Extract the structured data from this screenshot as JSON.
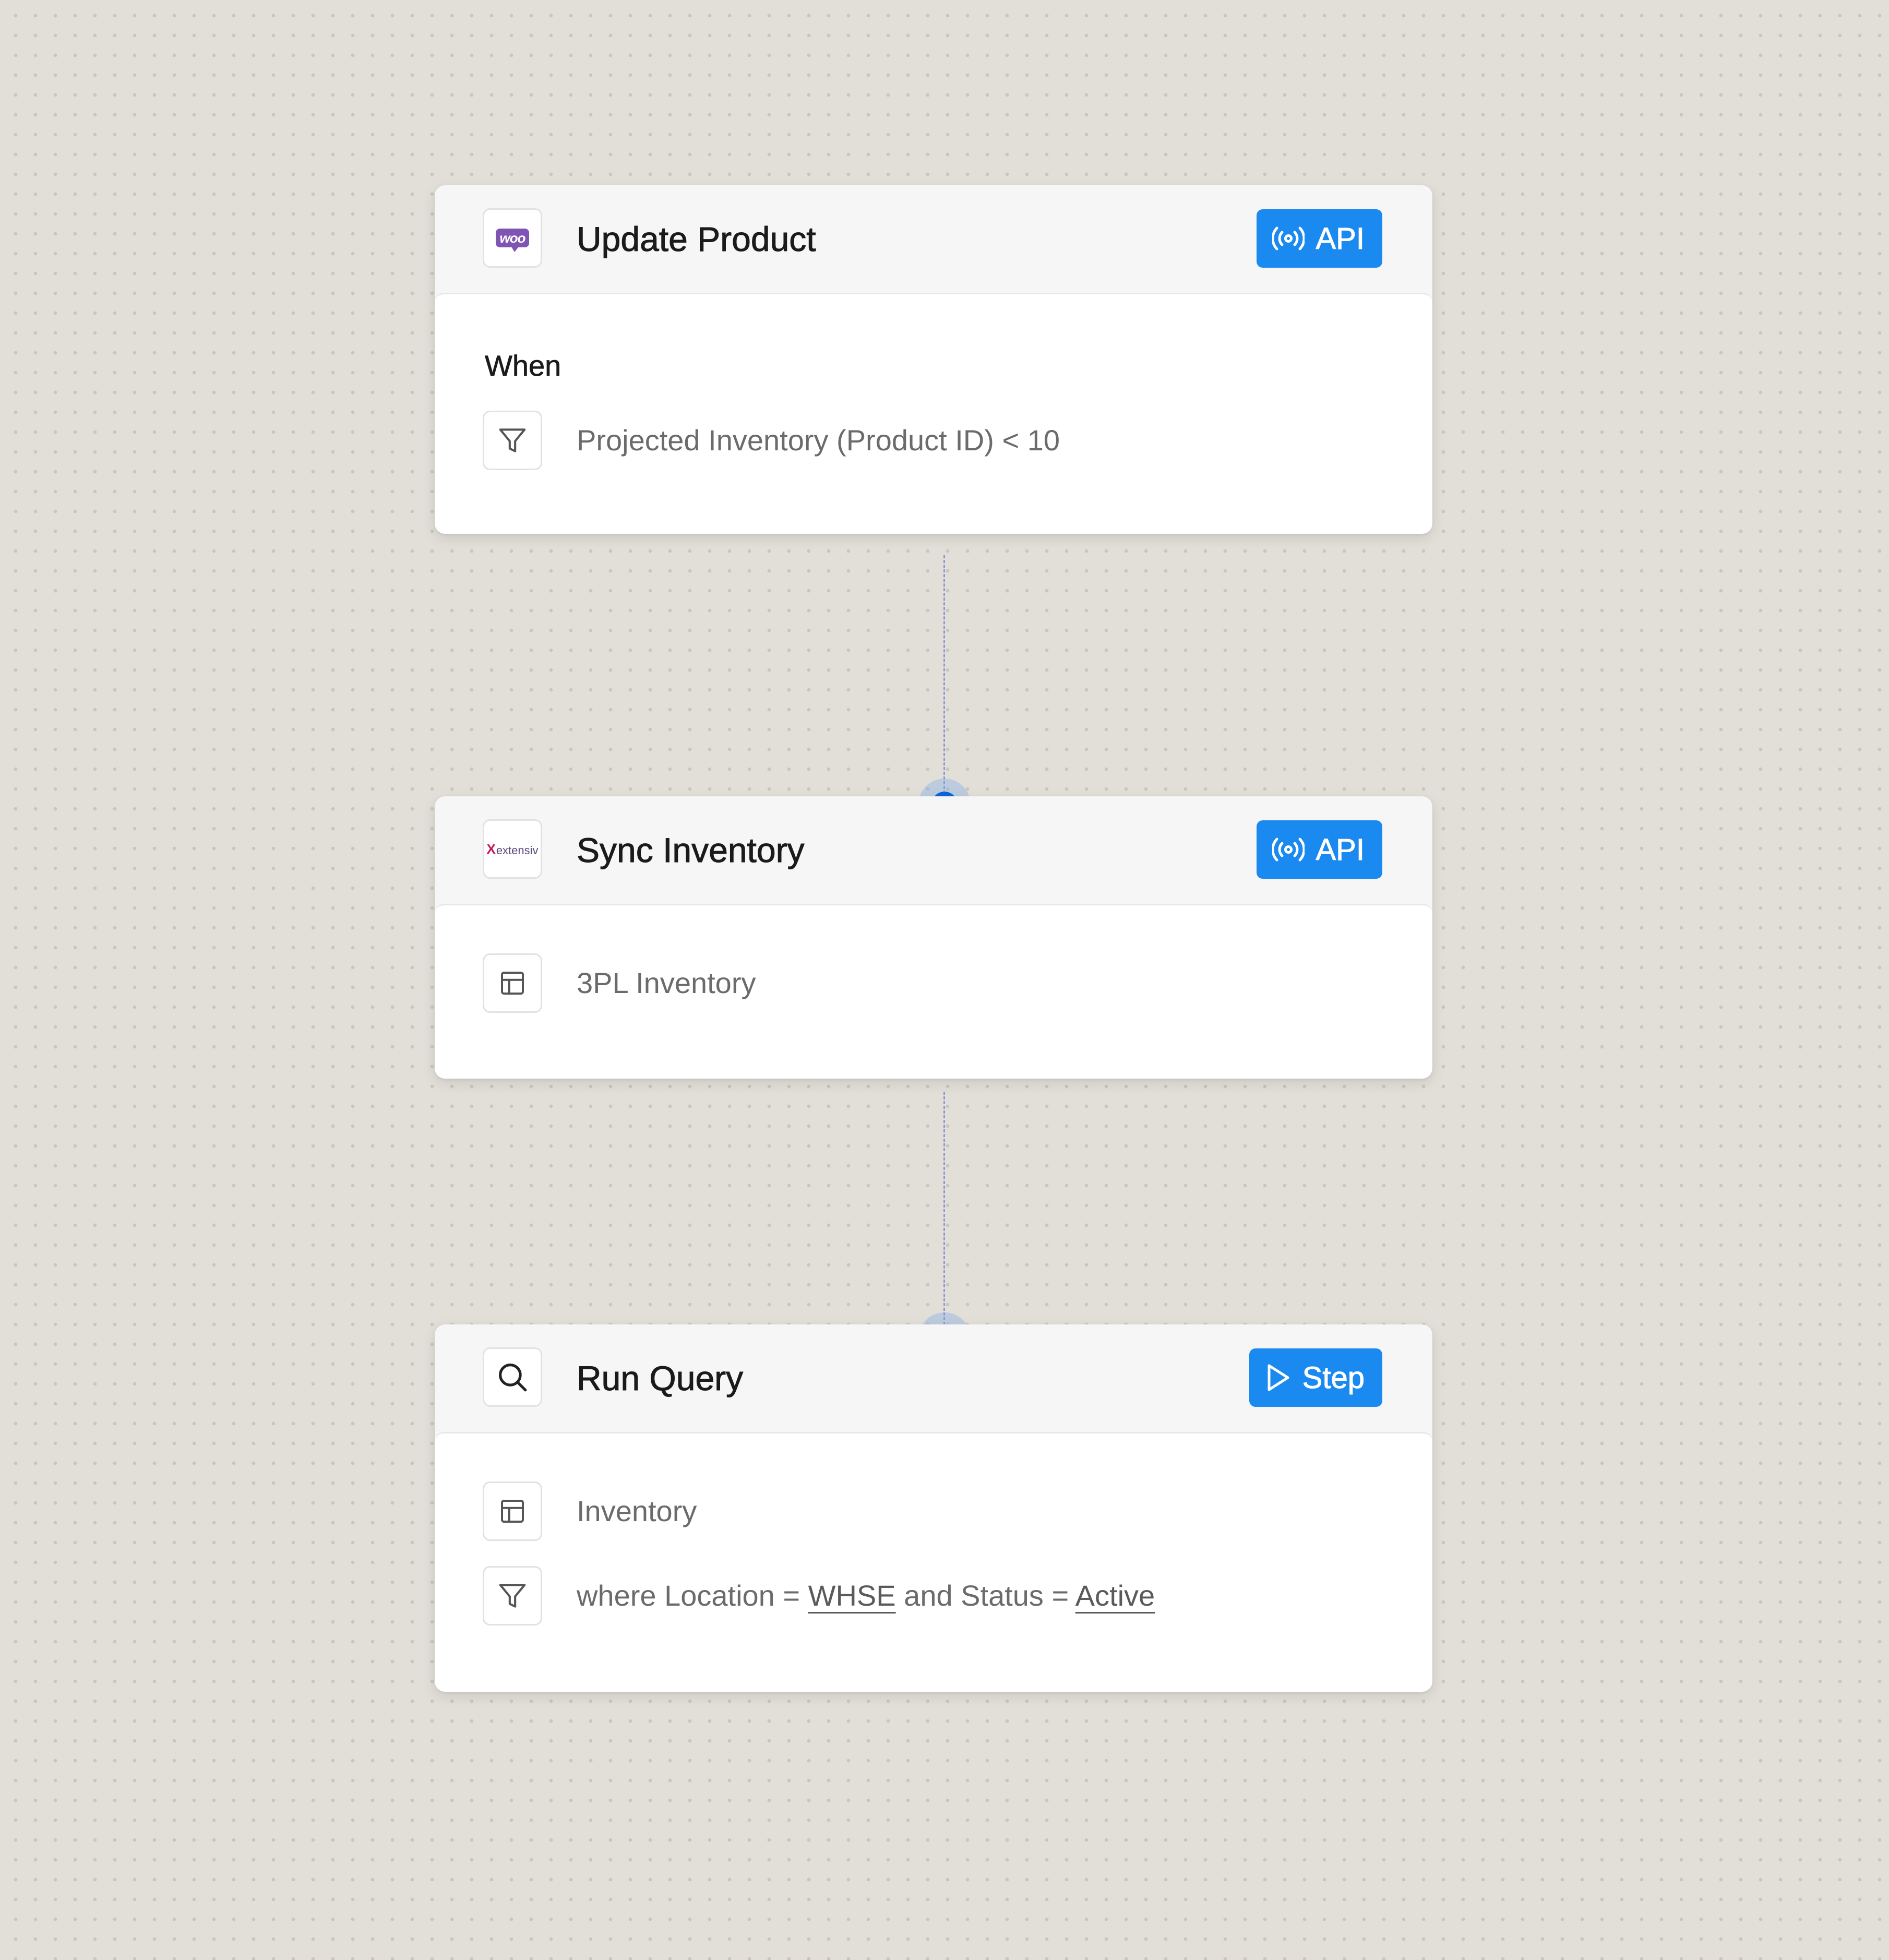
{
  "steps": [
    {
      "title": "Update Product",
      "app_icon": "woocommerce-logo",
      "app_logo_text": "woo",
      "badge": {
        "icon": "broadcast-icon",
        "label": "API"
      },
      "section_label": "When",
      "rows": [
        {
          "icon": "filter-icon",
          "text": "Projected Inventory (Product ID) < 10"
        }
      ]
    },
    {
      "title": "Sync Inventory",
      "app_icon": "extensiv-logo",
      "app_logo_text": "extensiv",
      "badge": {
        "icon": "broadcast-icon",
        "label": "API"
      },
      "rows": [
        {
          "icon": "table-icon",
          "text": "3PL Inventory"
        }
      ]
    },
    {
      "title": "Run Query",
      "app_icon": "search-icon",
      "badge": {
        "icon": "play-icon",
        "label": "Step"
      },
      "rows": [
        {
          "icon": "table-icon",
          "text": "Inventory"
        },
        {
          "icon": "filter-icon",
          "parts": [
            "where Location = ",
            "WHSE",
            " and Status = ",
            "Active"
          ]
        }
      ]
    }
  ],
  "colors": {
    "accent": "#1a89f0",
    "connector_dot": "#0a67d9",
    "background": "#e2ded8"
  }
}
